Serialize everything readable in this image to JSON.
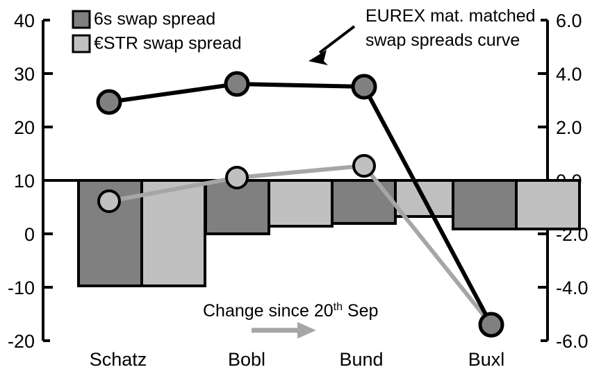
{
  "chart_data": {
    "type": "bar",
    "title": "",
    "subtitle": "",
    "xlabel": "",
    "categories": [
      "Schatz",
      "Bobl",
      "Bund",
      "Buxl"
    ],
    "left_axis": {
      "label": "",
      "ticks": [
        "40",
        "30",
        "20",
        "10",
        "0",
        "-10",
        "-20"
      ],
      "tick_values": [
        40,
        30,
        20,
        10,
        0,
        -10,
        -20
      ],
      "ylim": [
        -20,
        40
      ]
    },
    "right_axis": {
      "label": "",
      "ticks": [
        "6.0",
        "4.0",
        "2.0",
        "0.0",
        "-2.0",
        "-4.0",
        "-6.0"
      ],
      "tick_values": [
        6.0,
        4.0,
        2.0,
        0.0,
        -2.0,
        -4.0,
        -6.0
      ],
      "ylim": [
        -6.0,
        6.0
      ]
    },
    "grid": false,
    "zero_line": 0.0,
    "legend_position": "top-left",
    "series": [
      {
        "name": "6s swap spread",
        "type": "bar",
        "axis": "right",
        "color": "#808080",
        "edge_color": "#000000",
        "values": [
          -4.05,
          -2.25,
          -1.55,
          -1.8
        ]
      },
      {
        "name": "€STR swap spread",
        "type": "bar",
        "axis": "right",
        "color": "#C0C0C0",
        "edge_color": "#000000",
        "values": [
          -4.05,
          -1.95,
          -1.35,
          -1.8
        ]
      },
      {
        "name": "EUREX mat. matched swap spreads curve",
        "type": "line",
        "axis": "left",
        "color": "#000000",
        "marker_color": "#808080",
        "marker": "circle",
        "values": [
          24.6,
          27.9,
          27.3,
          -18.0
        ]
      },
      {
        "name": "Change since 20th Sep",
        "type": "line",
        "axis": "left",
        "color": "#A6A6A6",
        "marker_color": "#C0C0C0",
        "marker": "circle",
        "values": [
          6.1,
          10.6,
          12.7,
          -18.3
        ]
      }
    ],
    "annotations": [
      {
        "name": "eurex-curve-annotation",
        "text_line1": "EUREX mat. matched",
        "text_line2": "swap spreads curve",
        "arrow": "arrow-down-left",
        "arrow_color": "#000000"
      },
      {
        "name": "change-since-annotation",
        "text_main": "Change since 20",
        "text_sup": "th",
        "text_tail": " Sep",
        "arrow": "arrow-right",
        "arrow_color": "#A6A6A6"
      }
    ]
  },
  "legend": {
    "items": [
      {
        "label": "6s swap spread",
        "swatch": "#808080"
      },
      {
        "label": "€STR swap spread",
        "swatch": "#C0C0C0"
      }
    ]
  },
  "axes": {
    "left_ticks": [
      "40",
      "30",
      "20",
      "10",
      "0",
      "-10",
      "-20"
    ],
    "right_ticks": [
      "6.0",
      "4.0",
      "2.0",
      "0.0",
      "-2.0",
      "-4.0",
      "-6.0"
    ],
    "categories": [
      "Schatz",
      "Bobl",
      "Bund",
      "Buxl"
    ]
  },
  "annotations": {
    "eurex_line1": "EUREX mat. matched",
    "eurex_line2": "swap spreads curve",
    "change_main": "Change since 20",
    "change_sup": "th",
    "change_tail": " Sep"
  },
  "colors": {
    "dark_bar": "#808080",
    "light_bar": "#C0C0C0",
    "black_line": "#000000",
    "gray_line": "#A6A6A6",
    "axis": "#000000"
  }
}
